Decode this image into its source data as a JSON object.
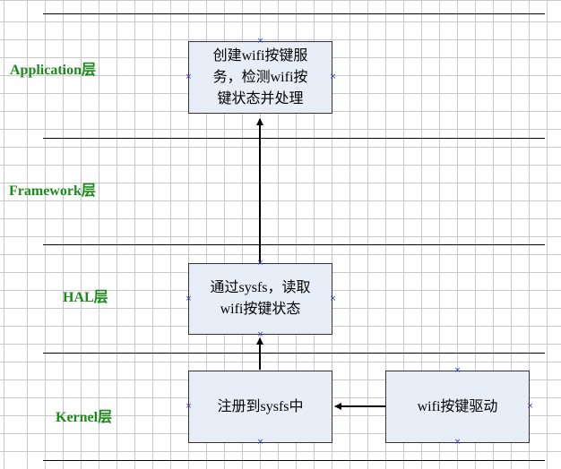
{
  "layers": [
    {
      "label": "Application层"
    },
    {
      "label": "Framework层"
    },
    {
      "label": "HAL层"
    },
    {
      "label": "Kernel层"
    }
  ],
  "boxes": {
    "app": [
      "创建wifi按键服",
      "务，检测wifi按",
      "键状态并处理"
    ],
    "hal": [
      "通过sysfs，读取",
      "wifi按键状态"
    ],
    "register": [
      "注册到sysfs中"
    ],
    "driver": [
      "wifi按键驱动"
    ]
  }
}
